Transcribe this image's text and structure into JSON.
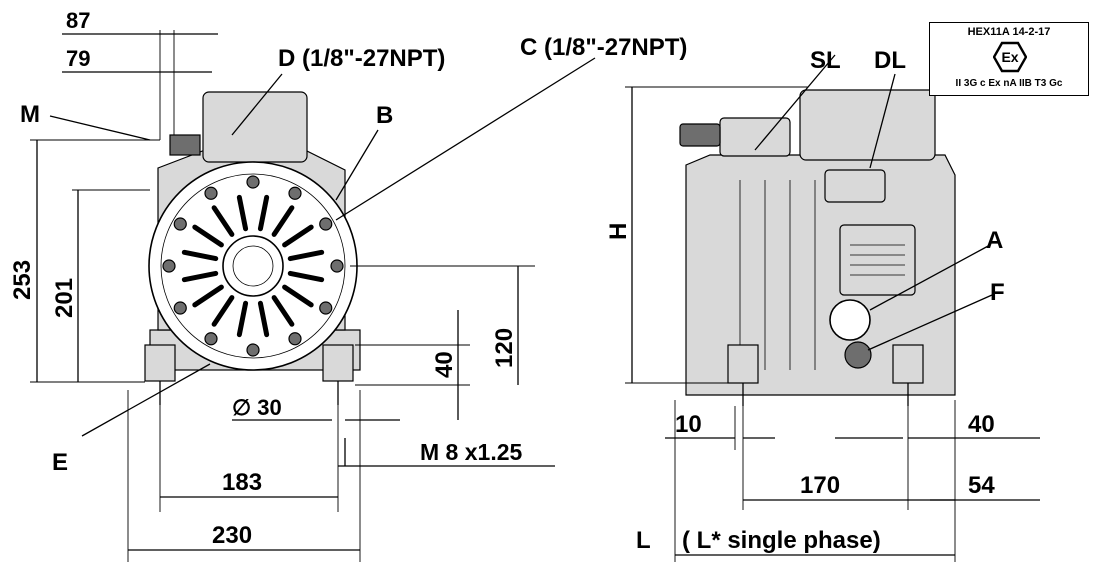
{
  "side_view": {
    "dim_87": "87",
    "dim_79": "79",
    "dim_253": "253",
    "dim_201": "201",
    "dim_120": "120",
    "dim_40": "40",
    "dim_183": "183",
    "dim_230": "230",
    "dim_diameter": "∅ 30",
    "dim_thread": "M 8 x1.25",
    "label_M": "M",
    "label_D": "D (1/8\"-27NPT)",
    "label_C": "C (1/8\"-27NPT)",
    "label_B": "B",
    "label_E": "E"
  },
  "front_view": {
    "label_SL": "SL",
    "label_DL": "DL",
    "label_H": "H",
    "label_A": "A",
    "label_F": "F",
    "dim_10": "10",
    "dim_40": "40",
    "dim_170": "170",
    "dim_54": "54",
    "dim_L": "L",
    "note_single_phase": "( L* single phase)"
  },
  "certification": {
    "code": "HEX11A 14-2-17",
    "icon": "ex-hexagon-icon",
    "icon_text": "Ex",
    "marking": "II 3G c Ex nA IIB T3 Gc"
  }
}
